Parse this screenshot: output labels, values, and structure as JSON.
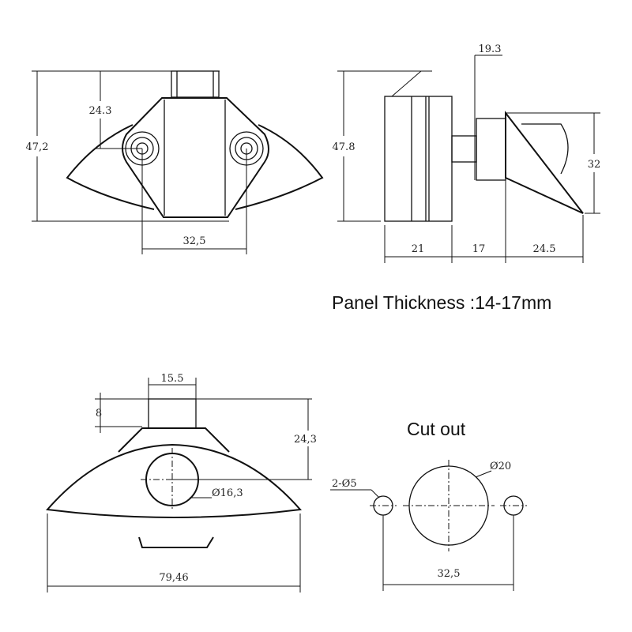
{
  "front_view": {
    "height_total": "47,2",
    "hole_height": "24.3",
    "hole_spacing": "32,5"
  },
  "side_view": {
    "height": "47.8",
    "collar": "19.3",
    "button_height": "32",
    "body_depth": "21",
    "gap": "17",
    "button_depth": "24.5"
  },
  "note": "Panel Thickness :14-17mm",
  "rear_view": {
    "stub_width": "15.5",
    "stub_height": "8",
    "center_height": "24,3",
    "button_diameter": "Ø16,3",
    "total_width": "79,46"
  },
  "cutout": {
    "title": "Cut out",
    "main_hole": "Ø20",
    "small_holes": "2-Ø5",
    "spacing": "32,5"
  }
}
